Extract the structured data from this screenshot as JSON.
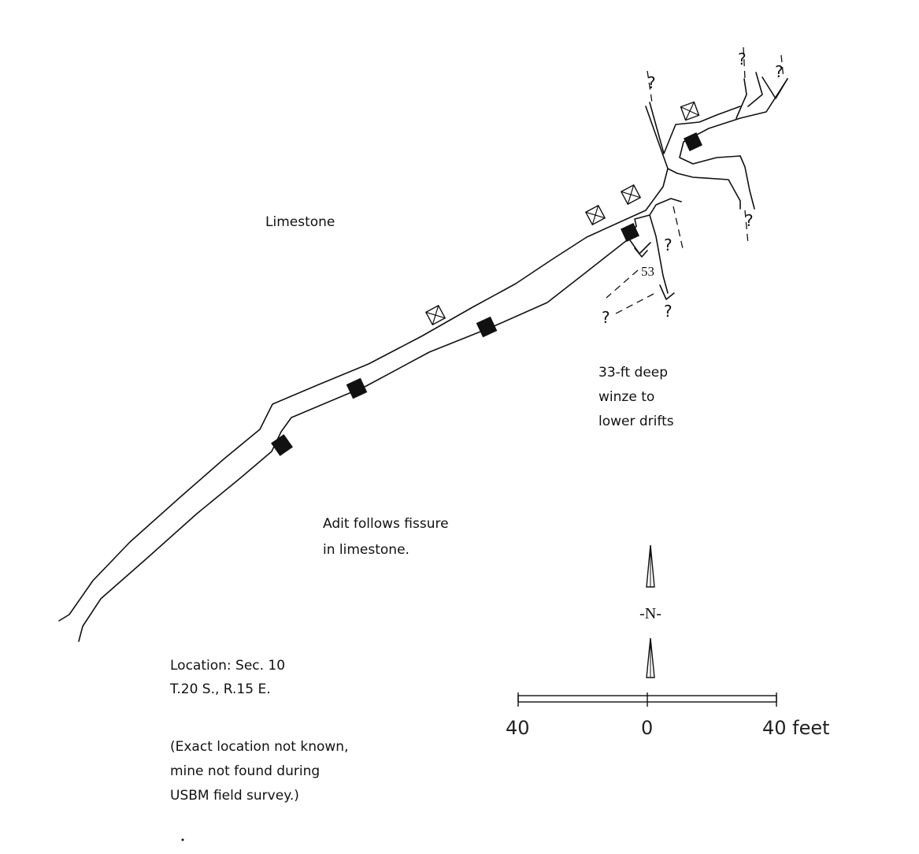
{
  "labels": {
    "rock_type": "Limestone",
    "winze_line1": "33-ft deep",
    "winze_line2": "winze to",
    "winze_line3": "lower drifts",
    "adit_line1": "Adit follows fissure",
    "adit_line2": "in limestone.",
    "location_line1": "Location: Sec. 10",
    "location_line2": "T.20 S., R.15 E.",
    "note_line1": "(Exact location not known,",
    "note_line2": "mine not found during",
    "note_line3": "USBM field survey.)"
  },
  "winze_depth": "53",
  "unknown_marker": "?",
  "north_arrow": {
    "label": "-N-"
  },
  "scale_bar": {
    "left_value": "40",
    "center_value": "0",
    "right_value": "40 feet"
  },
  "colors": {
    "ink": "#111111",
    "background": "#ffffff"
  }
}
